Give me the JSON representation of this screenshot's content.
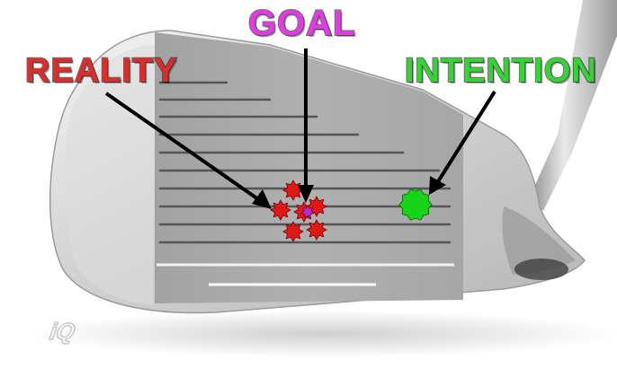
{
  "labels": {
    "goal": "GOAL",
    "reality": "REALITY",
    "intention": "INTENTION"
  },
  "colors": {
    "goal": "#e33be3",
    "reality": "#e12a2a",
    "intention": "#35d435",
    "reality_marker": "#e01818",
    "intention_marker": "#18d418",
    "goal_marker": "#b02cd8",
    "arrow": "#000000",
    "clubface": "#a9a9a9",
    "groove": "#555555"
  },
  "clubhead_mark": "iQ"
}
